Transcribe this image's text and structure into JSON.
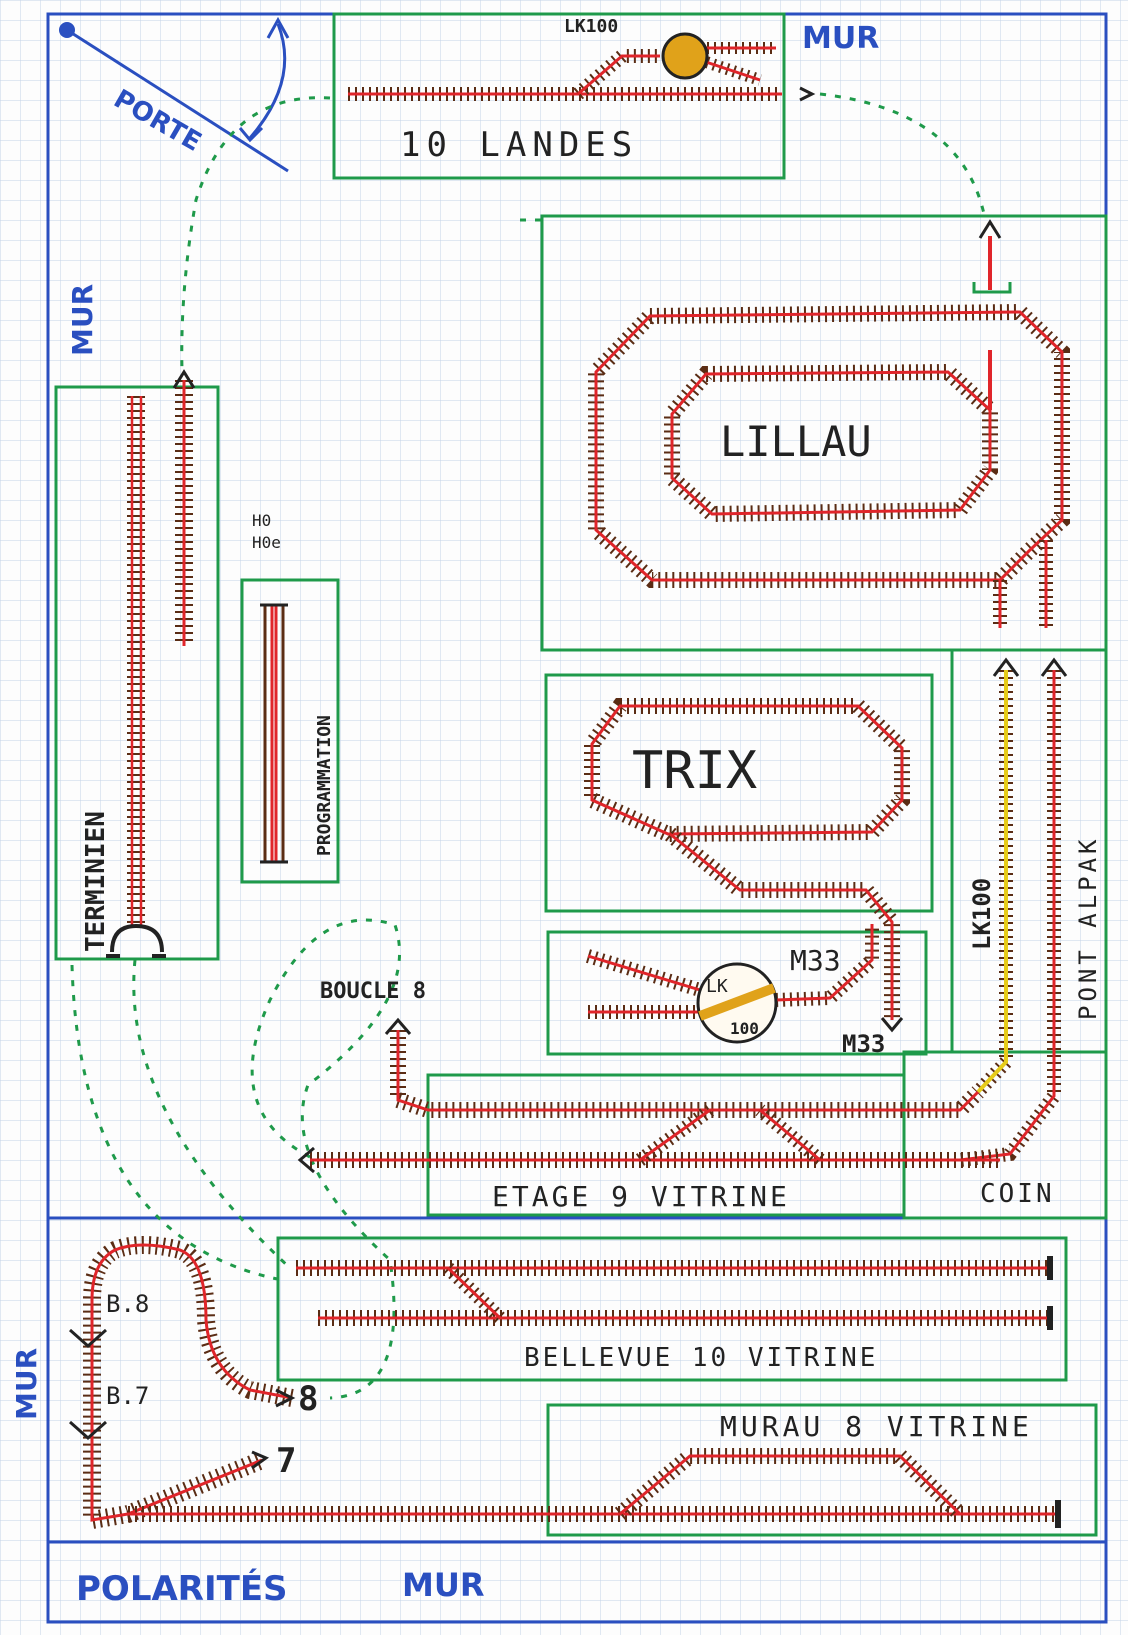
{
  "labels": {
    "mur_top": "MUR",
    "porte": "PORTE",
    "mur_left": "MUR",
    "mur_left_bottom": "MUR",
    "mur_bottom": "MUR",
    "polarites": "POLARITÉS",
    "lk100_top": "LK100",
    "landes": "10 LANDES",
    "lillau": "LILLAU",
    "trix": "TRIX",
    "lk100_side": "LK100",
    "pont_alpak": "PONT ALPAK",
    "m33_a": "M33",
    "m33_b": "M33",
    "lk": "LK",
    "tt100": "100",
    "boucle8": "BOUCLE 8",
    "etage9": "ETAGE 9 VITRINE",
    "coin": "COIN",
    "terminien": "TERMINIEN",
    "h0": "H0",
    "h0e": "H0e",
    "programmation": "PROGRAMMATION",
    "b8": "B.8",
    "b7": "B.7",
    "n8": "8",
    "n7": "7",
    "bellevue": "BELLEVUE 10 VITRINE",
    "murau": "MURAU 8 VITRINE"
  },
  "colors": {
    "wall": "#2a4fc0",
    "board": "#1f9a4a",
    "rail": "#e0252a",
    "sleeper": "#5a2c14",
    "turntable": "#e0a21a",
    "alt_track": "#e6cc1a",
    "dashed": "#1f9a4a",
    "ink": "#222222",
    "grid": "#c3d2e8"
  }
}
